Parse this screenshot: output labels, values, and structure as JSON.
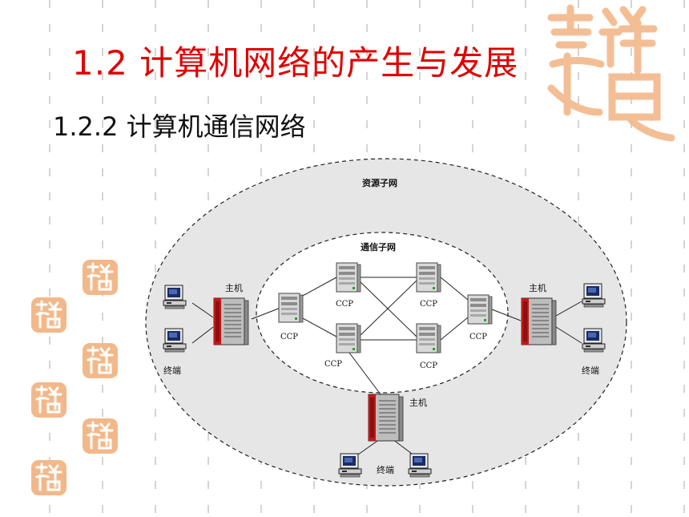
{
  "slide": {
    "title": "1.2  计算机网络的产生与发展",
    "subtitle": "1.2.2  计算机通信网络"
  },
  "colors": {
    "title": "#e00000",
    "seal": "#f3b88a",
    "outer_zone": "#e6e6e6",
    "inner_zone": "#ffffff",
    "server_red": "#c41818"
  },
  "diagram": {
    "outer_zone_label": "资源子网",
    "inner_zone_label": "通信子网",
    "nodes": [
      {
        "id": "ccp1",
        "label": "CCP"
      },
      {
        "id": "ccp2",
        "label": "CCP"
      },
      {
        "id": "ccp3",
        "label": "CCP"
      },
      {
        "id": "ccp4",
        "label": "CCP"
      },
      {
        "id": "ccp5",
        "label": "CCP"
      },
      {
        "id": "ccp6",
        "label": "CCP"
      },
      {
        "id": "host-left",
        "label": "主机"
      },
      {
        "id": "host-right",
        "label": "主机"
      },
      {
        "id": "host-bottom",
        "label": "主机"
      },
      {
        "id": "terminal-left",
        "label": "终端"
      },
      {
        "id": "terminal-right",
        "label": "终端"
      },
      {
        "id": "terminal-bottom",
        "label": "终端"
      }
    ],
    "links": [
      [
        "host-left",
        "ccp1"
      ],
      [
        "ccp1",
        "ccp2"
      ],
      [
        "ccp1",
        "ccp3"
      ],
      [
        "ccp2",
        "ccp4"
      ],
      [
        "ccp2",
        "ccp5"
      ],
      [
        "ccp3",
        "ccp4"
      ],
      [
        "ccp3",
        "ccp5"
      ],
      [
        "ccp4",
        "ccp6"
      ],
      [
        "ccp5",
        "ccp6"
      ],
      [
        "ccp6",
        "host-right"
      ],
      [
        "ccp3",
        "host-bottom"
      ]
    ]
  }
}
